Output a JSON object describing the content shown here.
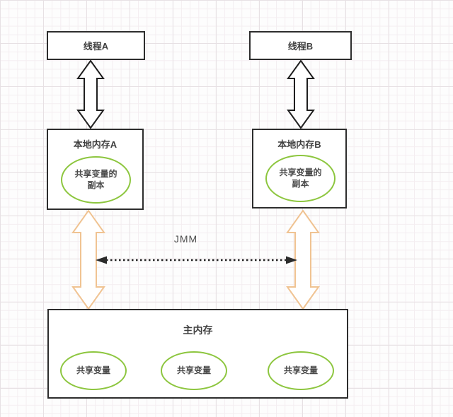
{
  "colors": {
    "green": "#8dc63f",
    "orange": "#f0c392",
    "ink": "#2d2d2d",
    "text": "#3f3f3f",
    "grid_minor": "#f4eef1",
    "grid_major": "#e7e1e4"
  },
  "nodes": {
    "thread_a": {
      "label": "线程A"
    },
    "thread_b": {
      "label": "线程B"
    },
    "local_memory_a": {
      "label": "本地内存A",
      "copy_line1": "共享变量的",
      "copy_line2": "副本"
    },
    "local_memory_b": {
      "label": "本地内存B",
      "copy_line1": "共享变量的",
      "copy_line2": "副本"
    },
    "main_memory": {
      "label": "主内存",
      "shared_vars": [
        "共享变量",
        "共享变量",
        "共享变量"
      ]
    }
  },
  "labels": {
    "jmm": "JMM"
  }
}
